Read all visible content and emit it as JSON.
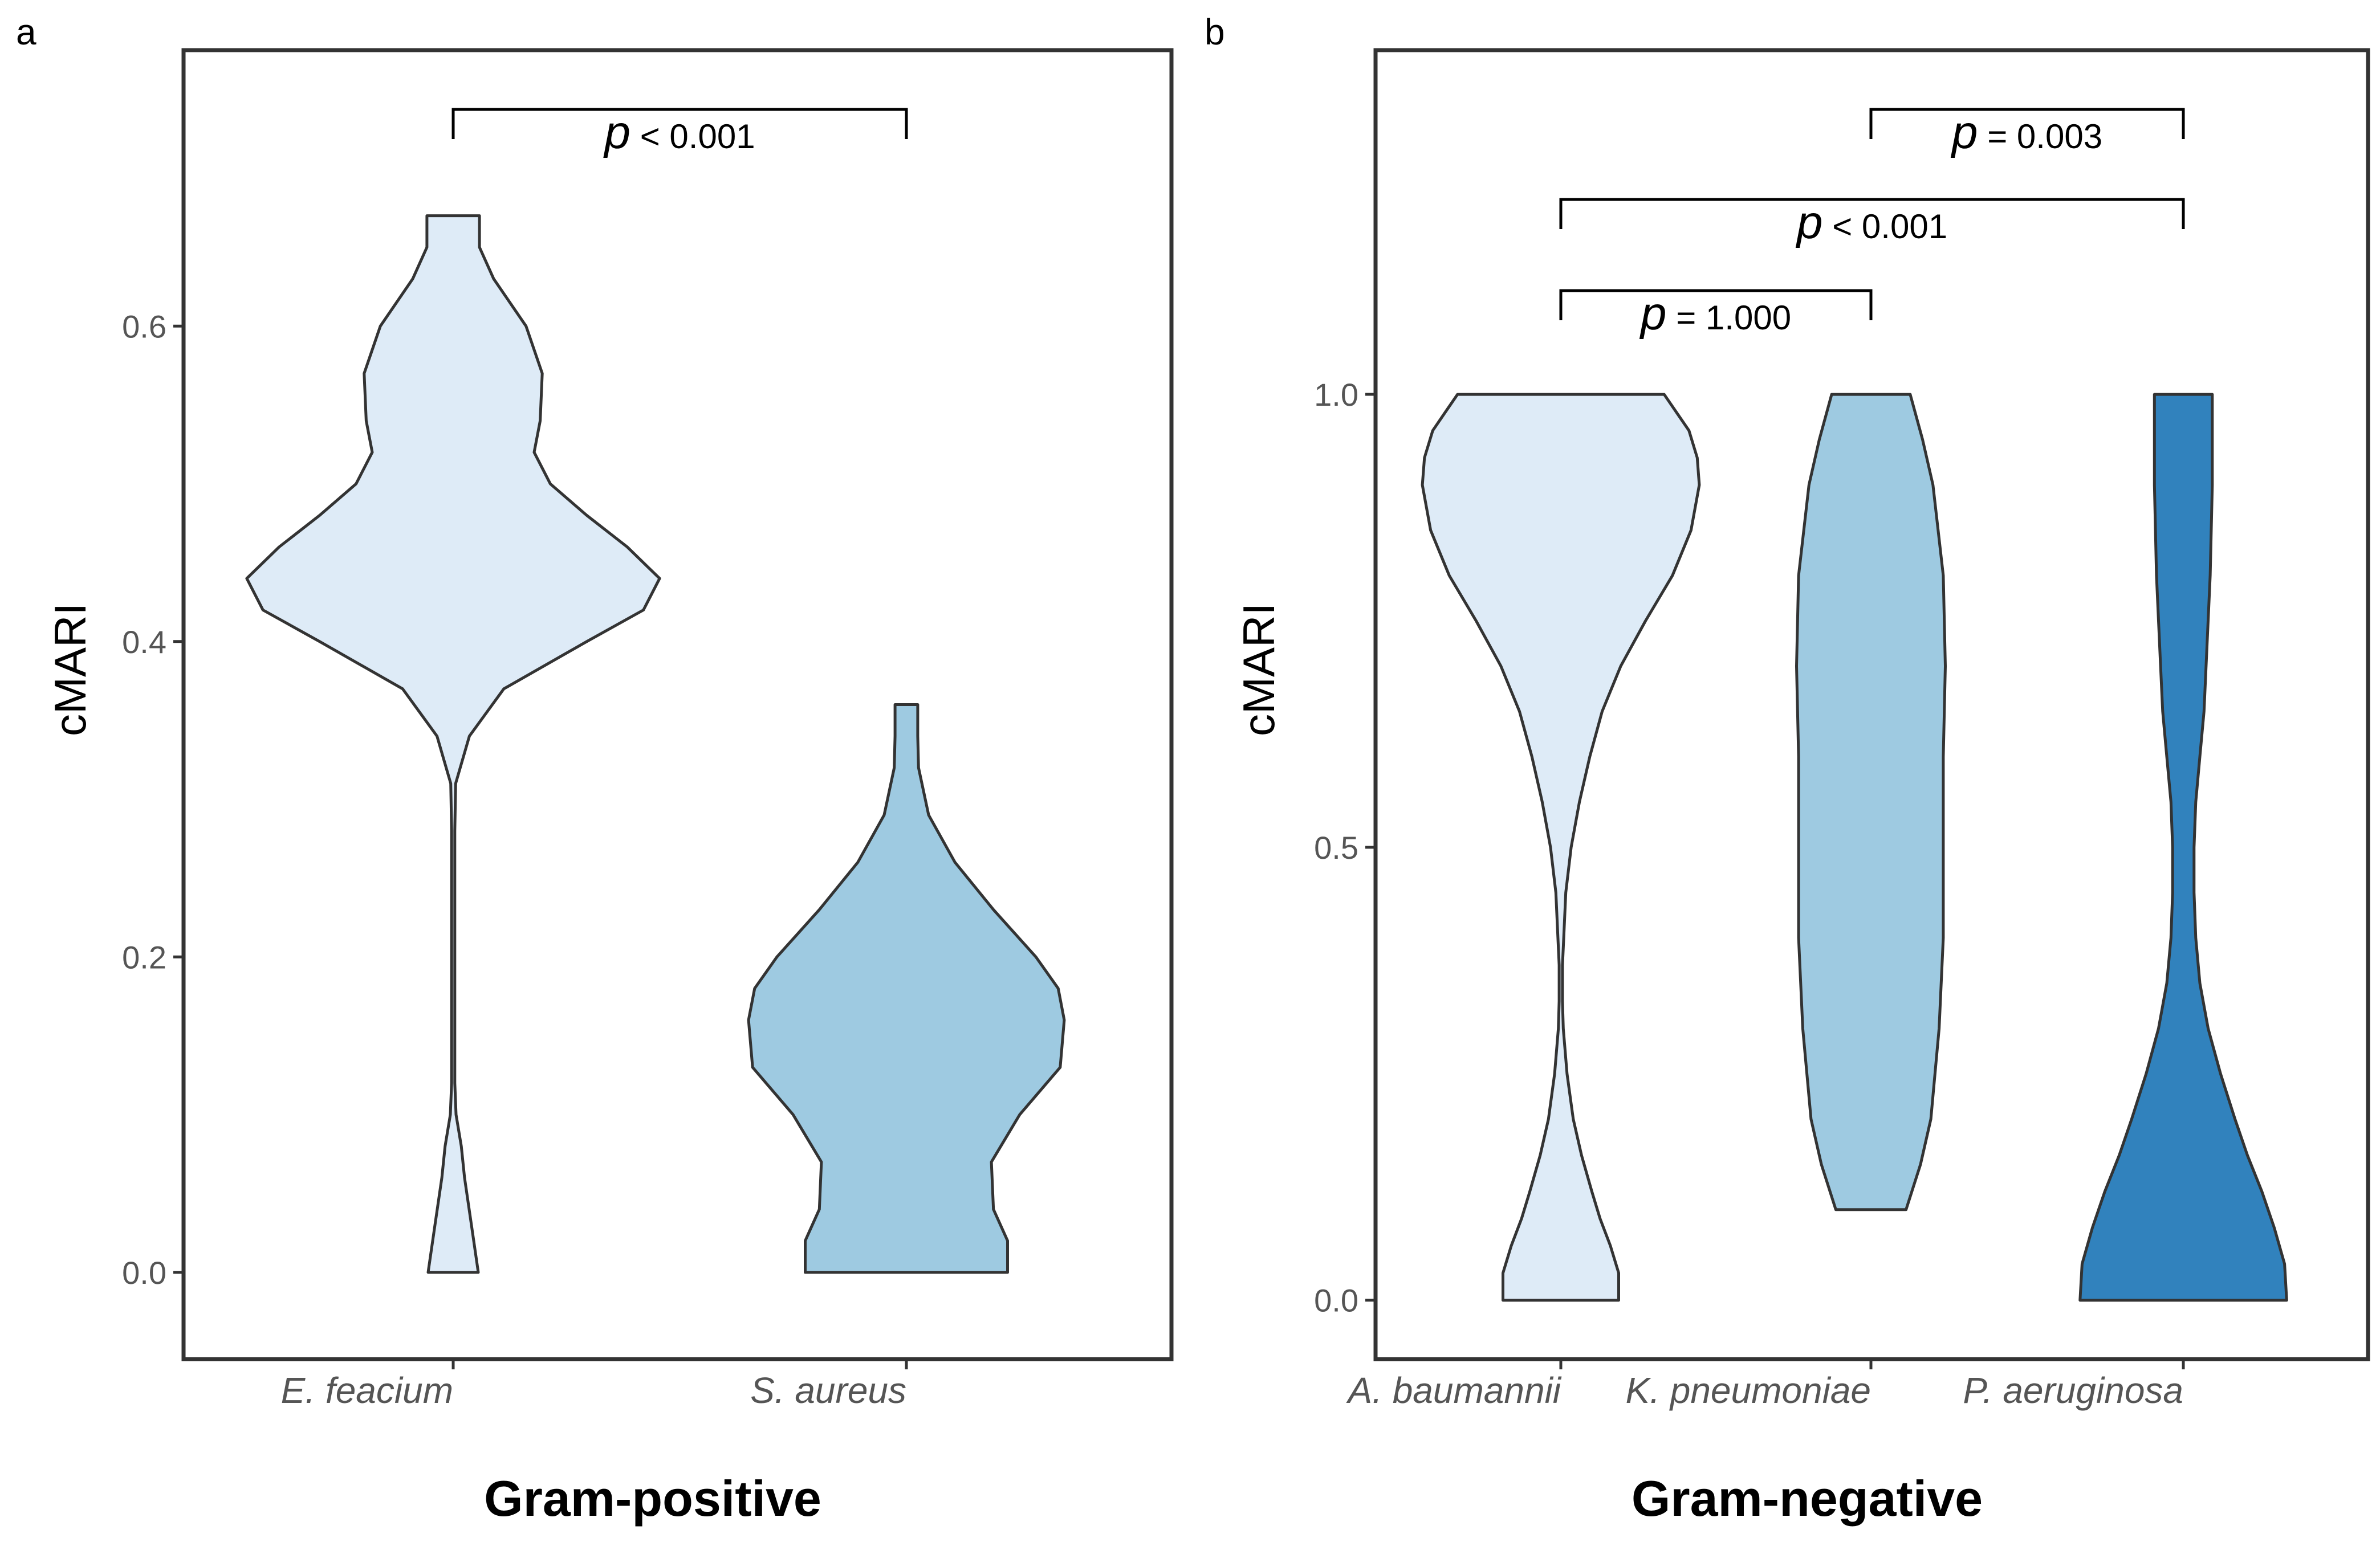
{
  "chart_data": [
    {
      "type": "violin",
      "panel_label": "a",
      "xlabel": "Gram-positive",
      "ylabel": "cMARI",
      "ylim": [
        -0.055,
        0.775
      ],
      "yticks": [
        0.0,
        0.2,
        0.4,
        0.6
      ],
      "ytick_labels": [
        "0.0",
        "0.2",
        "0.4",
        "0.6"
      ],
      "grid": false,
      "categories": [
        "E. feacium",
        "S. aureus"
      ],
      "colors": [
        "#deebf7",
        "#9ecae1"
      ],
      "violins": [
        {
          "category": "E. feacium",
          "min": 0.0,
          "max": 0.67,
          "density": [
            [
              0.0,
              0.062
            ],
            [
              0.03,
              0.045
            ],
            [
              0.06,
              0.028
            ],
            [
              0.08,
              0.02
            ],
            [
              0.1,
              0.007
            ],
            [
              0.12,
              0.004
            ],
            [
              0.2,
              0.004
            ],
            [
              0.28,
              0.004
            ],
            [
              0.31,
              0.006
            ],
            [
              0.34,
              0.04
            ],
            [
              0.37,
              0.125
            ],
            [
              0.4,
              0.33
            ],
            [
              0.42,
              0.47
            ],
            [
              0.44,
              0.51
            ],
            [
              0.46,
              0.43
            ],
            [
              0.48,
              0.33
            ],
            [
              0.5,
              0.24
            ],
            [
              0.52,
              0.2
            ],
            [
              0.54,
              0.215
            ],
            [
              0.57,
              0.22
            ],
            [
              0.6,
              0.18
            ],
            [
              0.63,
              0.1
            ],
            [
              0.65,
              0.065
            ],
            [
              0.67,
              0.065
            ]
          ]
        },
        {
          "category": "S. aureus",
          "min": 0.0,
          "max": 0.36,
          "density": [
            [
              0.0,
              0.25
            ],
            [
              0.02,
              0.25
            ],
            [
              0.04,
              0.215
            ],
            [
              0.07,
              0.21
            ],
            [
              0.1,
              0.28
            ],
            [
              0.13,
              0.38
            ],
            [
              0.16,
              0.39
            ],
            [
              0.18,
              0.375
            ],
            [
              0.2,
              0.32
            ],
            [
              0.23,
              0.215
            ],
            [
              0.26,
              0.12
            ],
            [
              0.29,
              0.055
            ],
            [
              0.32,
              0.03
            ],
            [
              0.34,
              0.028
            ],
            [
              0.36,
              0.028
            ]
          ]
        }
      ],
      "comparisons": [
        {
          "from": "E. feacium",
          "to": "S. aureus",
          "label_p": "p",
          "label_rest": " < 0.001"
        }
      ]
    },
    {
      "type": "violin",
      "panel_label": "b",
      "xlabel": "Gram-negative",
      "ylabel": "cMARI",
      "ylim": [
        -0.065,
        1.38
      ],
      "yticks": [
        0.0,
        0.5,
        1.0
      ],
      "ytick_labels": [
        "0.0",
        "0.5",
        "1.0"
      ],
      "grid": false,
      "categories": [
        "A. baumannii",
        "K. pneumoniae",
        "P. aeruginosa"
      ],
      "colors": [
        "#deebf7",
        "#9ecae1",
        "#3182bd"
      ],
      "violins": [
        {
          "category": "A. baumannii",
          "min": 0.0,
          "max": 1.0,
          "density": [
            [
              0.0,
              0.14
            ],
            [
              0.03,
              0.14
            ],
            [
              0.06,
              0.12
            ],
            [
              0.09,
              0.095
            ],
            [
              0.12,
              0.075
            ],
            [
              0.16,
              0.05
            ],
            [
              0.2,
              0.03
            ],
            [
              0.25,
              0.015
            ],
            [
              0.3,
              0.006
            ],
            [
              0.33,
              0.004
            ],
            [
              0.37,
              0.004
            ],
            [
              0.4,
              0.007
            ],
            [
              0.45,
              0.012
            ],
            [
              0.5,
              0.025
            ],
            [
              0.55,
              0.045
            ],
            [
              0.6,
              0.07
            ],
            [
              0.65,
              0.1
            ],
            [
              0.7,
              0.145
            ],
            [
              0.75,
              0.205
            ],
            [
              0.8,
              0.27
            ],
            [
              0.85,
              0.315
            ],
            [
              0.9,
              0.335
            ],
            [
              0.93,
              0.33
            ],
            [
              0.96,
              0.31
            ],
            [
              0.98,
              0.28
            ],
            [
              1.0,
              0.25
            ]
          ]
        },
        {
          "category": "K. pneumoniae",
          "min": 0.1,
          "max": 1.0,
          "density": [
            [
              0.1,
              0.085
            ],
            [
              0.15,
              0.12
            ],
            [
              0.2,
              0.145
            ],
            [
              0.3,
              0.165
            ],
            [
              0.4,
              0.175
            ],
            [
              0.5,
              0.175
            ],
            [
              0.6,
              0.175
            ],
            [
              0.7,
              0.18
            ],
            [
              0.8,
              0.175
            ],
            [
              0.9,
              0.15
            ],
            [
              0.95,
              0.125
            ],
            [
              1.0,
              0.095
            ]
          ]
        },
        {
          "category": "P. aeruginosa",
          "min": 0.0,
          "max": 1.0,
          "density": [
            [
              0.0,
              0.25
            ],
            [
              0.04,
              0.245
            ],
            [
              0.08,
              0.22
            ],
            [
              0.12,
              0.19
            ],
            [
              0.16,
              0.155
            ],
            [
              0.2,
              0.125
            ],
            [
              0.25,
              0.09
            ],
            [
              0.3,
              0.06
            ],
            [
              0.35,
              0.04
            ],
            [
              0.4,
              0.03
            ],
            [
              0.45,
              0.026
            ],
            [
              0.5,
              0.026
            ],
            [
              0.55,
              0.03
            ],
            [
              0.6,
              0.04
            ],
            [
              0.65,
              0.05
            ],
            [
              0.7,
              0.055
            ],
            [
              0.8,
              0.065
            ],
            [
              0.9,
              0.07
            ],
            [
              0.95,
              0.07
            ],
            [
              1.0,
              0.07
            ]
          ]
        }
      ],
      "comparisons": [
        {
          "from": "K. pneumoniae",
          "to": "P. aeruginosa",
          "label_p": "p",
          "label_rest": " = 0.003"
        },
        {
          "from": "A. baumannii",
          "to": "P. aeruginosa",
          "label_p": "p",
          "label_rest": " < 0.001"
        },
        {
          "from": "A. baumannii",
          "to": "K. pneumoniae",
          "label_p": "p",
          "label_rest": " = 1.000"
        }
      ]
    }
  ]
}
